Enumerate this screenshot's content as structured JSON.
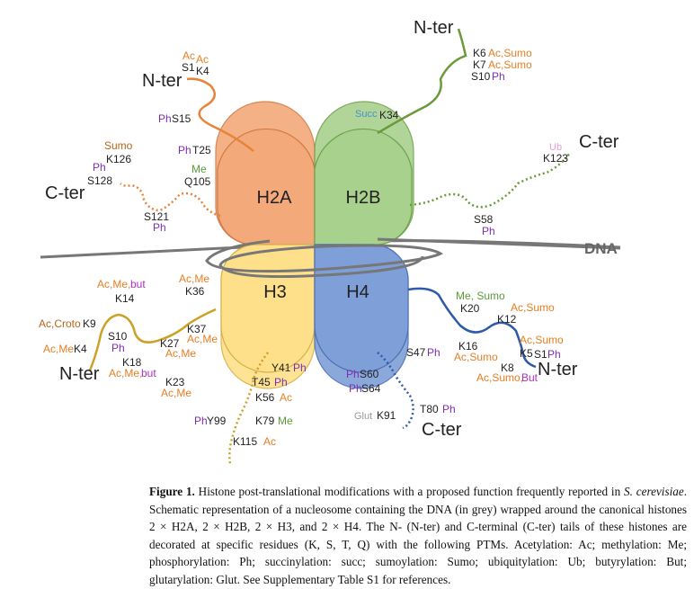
{
  "colors": {
    "h2a": "#f4a97a",
    "h2b": "#a9d18e",
    "h3": "#ffe08a",
    "h4": "#7f9fd8",
    "dna": "#777777",
    "ac": "#e67e22",
    "me": "#5a9a3a",
    "ph": "#7b2fb0",
    "sumo": "#b5651d",
    "succ": "#4a90c8",
    "ub": "#e69bd6",
    "but": "#b030c0",
    "glut": "#888888",
    "croto": "#b5651d"
  },
  "histones": {
    "h2a": "H2A",
    "h2b": "H2B",
    "h3": "H3",
    "h4": "H4"
  },
  "dna_label": "DNA",
  "tails": {
    "h2a_nter": "N-ter",
    "h2a_cter": "C-ter",
    "h2b_nter": "N-ter",
    "h2b_cter": "C-ter",
    "h3_nter": "N-ter",
    "h4_nter": "N-ter",
    "h4_cter": "C-ter"
  },
  "labels": {
    "h2a_k4_mod": "Ac",
    "h2a_s1_mod": "Ac",
    "h2a_s1": "S1",
    "h2a_k4": "K4",
    "h2a_s15_mod": "Ph",
    "h2a_s15": "S15",
    "h2a_t25_mod": "Ph",
    "h2a_t25": "T25",
    "h2a_q105_mod": "Me",
    "h2a_q105": "Q105",
    "h2a_k126_mod": "Sumo",
    "h2a_k126": "K126",
    "h2a_s128_mod": "Ph",
    "h2a_s128": "S128",
    "h2a_s121": "S121",
    "h2a_s121_mod": "Ph",
    "h2b_k6": "K6",
    "h2b_k6_mod": "Ac,Sumo",
    "h2b_k7": "K7",
    "h2b_k7_mod": "Ac,Sumo",
    "h2b_s10": "S10",
    "h2b_s10_mod": "Ph",
    "h2b_k34_mod": "Succ",
    "h2b_k34": "K34",
    "h2b_k123_mod": "Ub",
    "h2b_k123": "K123",
    "h2b_s58": "S58",
    "h2b_s58_mod": "Ph",
    "h3_k14_mod_a": "Ac,Me,",
    "h3_k14_mod_b": "but",
    "h3_k14": "K14",
    "h3_k36_mod": "Ac,Me",
    "h3_k36": "K36",
    "h3_k9_mod": "Ac,Croto",
    "h3_k9": "K9",
    "h3_k4_mod": "Ac,Me",
    "h3_k4": "K4",
    "h3_s10": "S10",
    "h3_s10_mod": "Ph",
    "h3_k18": "K18",
    "h3_k18_mod_a": "Ac,Me,",
    "h3_k18_mod_b": "but",
    "h3_k27": "K27",
    "h3_k27_mod": "Ac,Me",
    "h3_k37": "K37",
    "h3_k37_mod": "Ac,Me",
    "h3_k23": "K23",
    "h3_k23_mod": "Ac,Me",
    "h3_y41": "Y41",
    "h3_y41_mod": "Ph",
    "h3_t45": "T45",
    "h3_t45_mod": "Ph",
    "h3_k56": "K56",
    "h3_k56_mod": "Ac",
    "h3_y99_mod": "Ph",
    "h3_y99": "Y99",
    "h3_k79": "K79",
    "h3_k79_mod": "Me",
    "h3_k115": "K115",
    "h3_k115_mod": "Ac",
    "h4_k20_mod": "Me, Sumo",
    "h4_k20": "K20",
    "h4_k12_mod": "Ac,Sumo",
    "h4_k12": "K12",
    "h4_k16": "K16",
    "h4_k16_mod": "Ac,Sumo",
    "h4_k5_mod": "Ac,Sumo",
    "h4_k5": "K5",
    "h4_s1": "S1",
    "h4_s1_mod": "Ph",
    "h4_k8": "K8",
    "h4_k8_mod_a": "Ac,Sumo,",
    "h4_k8_mod_b": "But",
    "h4_s47": "S47",
    "h4_s47_mod": "Ph",
    "h4_s60_mod": "Ph",
    "h4_s60": "S60",
    "h4_s64_mod": "Ph",
    "h4_s64": "S64",
    "h4_t80": "T80",
    "h4_t80_mod": "Ph",
    "h4_k91_mod": "Glut",
    "h4_k91": "K91"
  },
  "caption": {
    "label": "Figure 1.",
    "t1": " Histone post-translational modifications with a proposed function frequently reported in ",
    "species": "S. cerevisiae",
    "t2": ". Schematic representation of a nucleosome containing the DNA (in grey) wrapped around the canonical histones 2 × H2A, 2 × H2B, 2 × H3, and 2 × H4. The N- (N-ter) and C-terminal (C-ter) tails of these histones are decorated at specific residues (K, S, T, Q) with the following PTMs. Acetylation: Ac; methylation: Me; phosphorylation: Ph; succinylation: succ; sumoylation: Sumo; ubiquitylation: Ub; butyrylation: But; glutarylation: Glut. See Supplementary Table S1 for references."
  }
}
